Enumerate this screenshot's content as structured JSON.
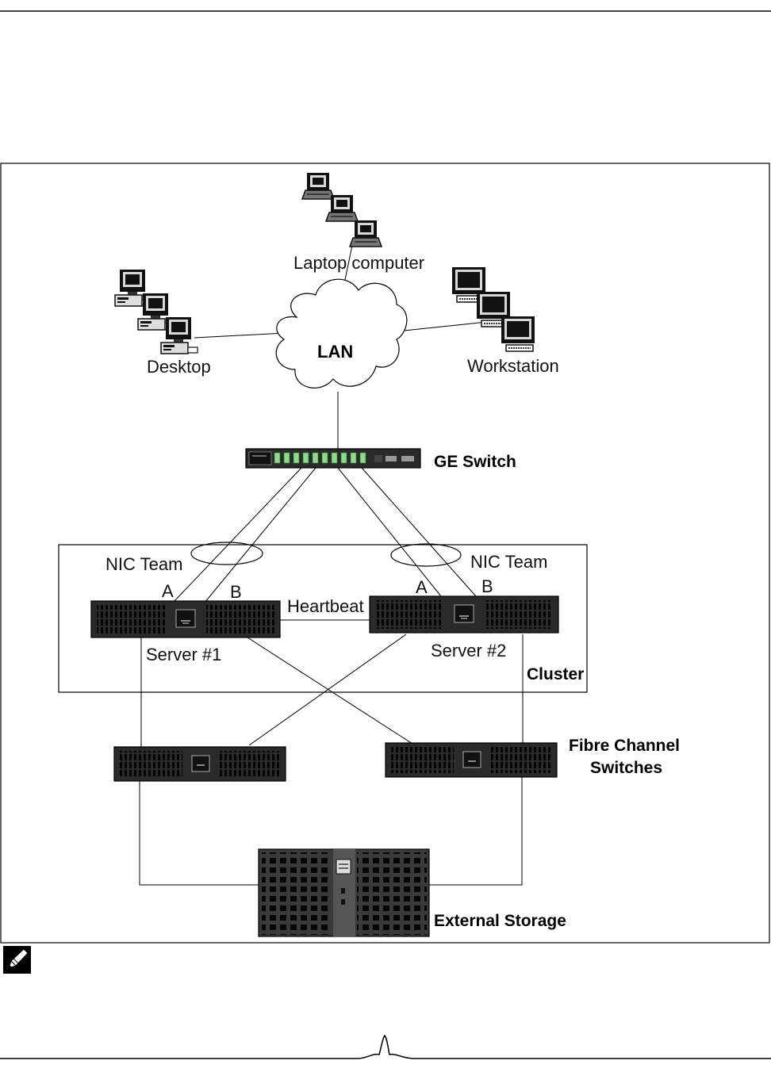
{
  "diagram": {
    "clients": {
      "laptop_label": "Laptop computer",
      "desktop_label": "Desktop",
      "workstation_label": "Workstation"
    },
    "network": {
      "lan_label": "LAN",
      "switch_label": "GE Switch"
    },
    "cluster": {
      "nic_team_left_label": "NIC Team",
      "nic_team_right_label": "NIC Team",
      "port_a_left": "A",
      "port_b_left": "B",
      "port_a_right": "A",
      "port_b_right": "B",
      "heartbeat_label": "Heartbeat",
      "server1_label": "Server #1",
      "server2_label": "Server #2",
      "cluster_label": "Cluster"
    },
    "san": {
      "fc_switches_label_line1": "Fibre Channel",
      "fc_switches_label_line2": "Switches",
      "storage_label": "External Storage"
    }
  },
  "note_icon": "pencil-note-icon",
  "footer_logo": "waveform-logo-icon"
}
